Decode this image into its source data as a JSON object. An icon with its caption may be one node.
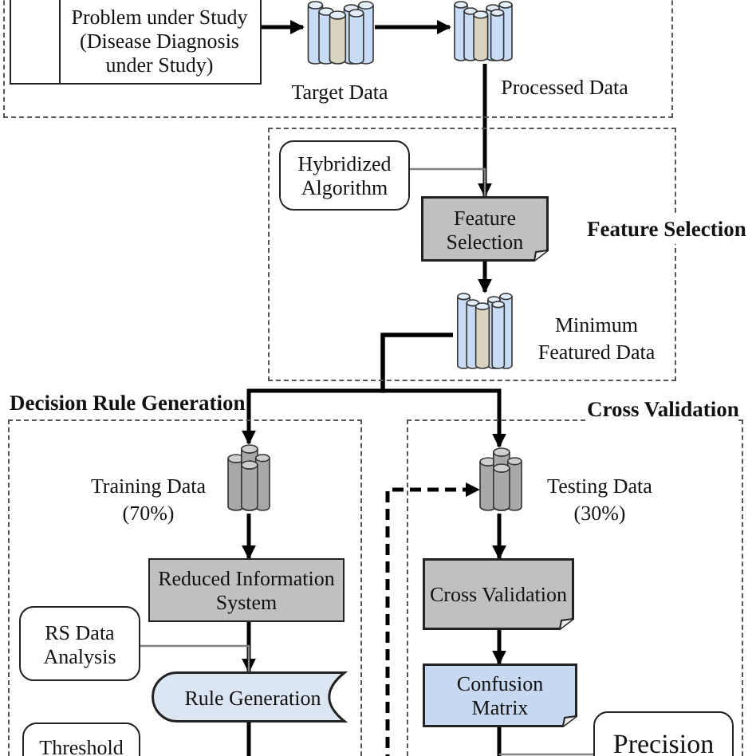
{
  "diagram": {
    "nodes": [
      {
        "text": [],
        "shape": "box"
      },
      {
        "text": [
          "Problem under Study (Disease Diagnosis under Study)"
        ],
        "in": 0
      },
      {
        "text": [],
        "shape": "cylinder",
        "in": 0,
        "beside": [
          "Target Data"
        ]
      },
      {
        "text": [],
        "shape": "cylinder",
        "in": 0,
        "beside": [
          "Processed Data"
        ]
      },
      {
        "text": [
          "Feature Selection"
        ]
      },
      {
        "text": [
          "Hybridized Algorithm"
        ],
        "in": 4
      },
      {
        "text": [
          "Feature Selection"
        ],
        "in": 4
      },
      {
        "text": [],
        "shape": "cylinder",
        "in": 4,
        "beside": [
          "Minimum Featured Data"
        ]
      },
      {
        "text": [
          "Decision Rule Generation"
        ]
      },
      {
        "text": [],
        "shape": "cylinder",
        "in": 8,
        "beside": [
          "Training Data (70%)"
        ]
      },
      {
        "text": [
          "Reduced Information System"
        ],
        "in": 8
      },
      {
        "text": [
          "RS Data Analysis"
        ],
        "in": 8
      },
      {
        "text": [
          "Rule Generation"
        ],
        "in": 8
      },
      {
        "text": [
          "Threshold"
        ],
        "in": 8
      },
      {
        "text": [
          "Cross Validation"
        ]
      },
      {
        "text": [],
        "shape": "cylinder",
        "in": 14,
        "beside": [
          "Testing Data (30%)"
        ]
      },
      {
        "text": [
          "Cross Validation"
        ],
        "in": 14
      },
      {
        "text": [
          "Confusion Matrix"
        ],
        "in": 14
      },
      {
        "text": [
          "Precision"
        ],
        "in": 14
      }
    ],
    "edges": [
      {
        "from": 1,
        "to": 2,
        "arrow": "to"
      },
      {
        "from": 2,
        "to": 3,
        "arrow": "to"
      },
      {
        "from": 3,
        "to": 6,
        "arrow": "to"
      },
      {
        "from": 5,
        "to": 6,
        "arrow": "none",
        "color": "#808080"
      },
      {
        "from": 6,
        "to": 7,
        "arrow": "to"
      },
      {
        "from": 7,
        "to": 9,
        "arrow": "to"
      },
      {
        "from": 7,
        "to": 15,
        "arrow": "to"
      },
      {
        "from": 9,
        "to": 10,
        "arrow": "to"
      },
      {
        "from": 10,
        "to": 12,
        "arrow": "to"
      },
      {
        "from": 11,
        "to": 12,
        "arrow": "none",
        "color": "#808080"
      },
      {
        "from": 12,
        "to": null,
        "arrow": "none"
      },
      {
        "from": null,
        "to": 15,
        "arrow": "to",
        "style": "dashed"
      },
      {
        "from": 15,
        "to": 16,
        "arrow": "to"
      },
      {
        "from": 16,
        "to": 17,
        "arrow": "to"
      },
      {
        "from": 17,
        "to": null,
        "arrow": "none"
      },
      {
        "from": 18,
        "to": null,
        "arrow": "none",
        "color": "#808080"
      }
    ]
  }
}
